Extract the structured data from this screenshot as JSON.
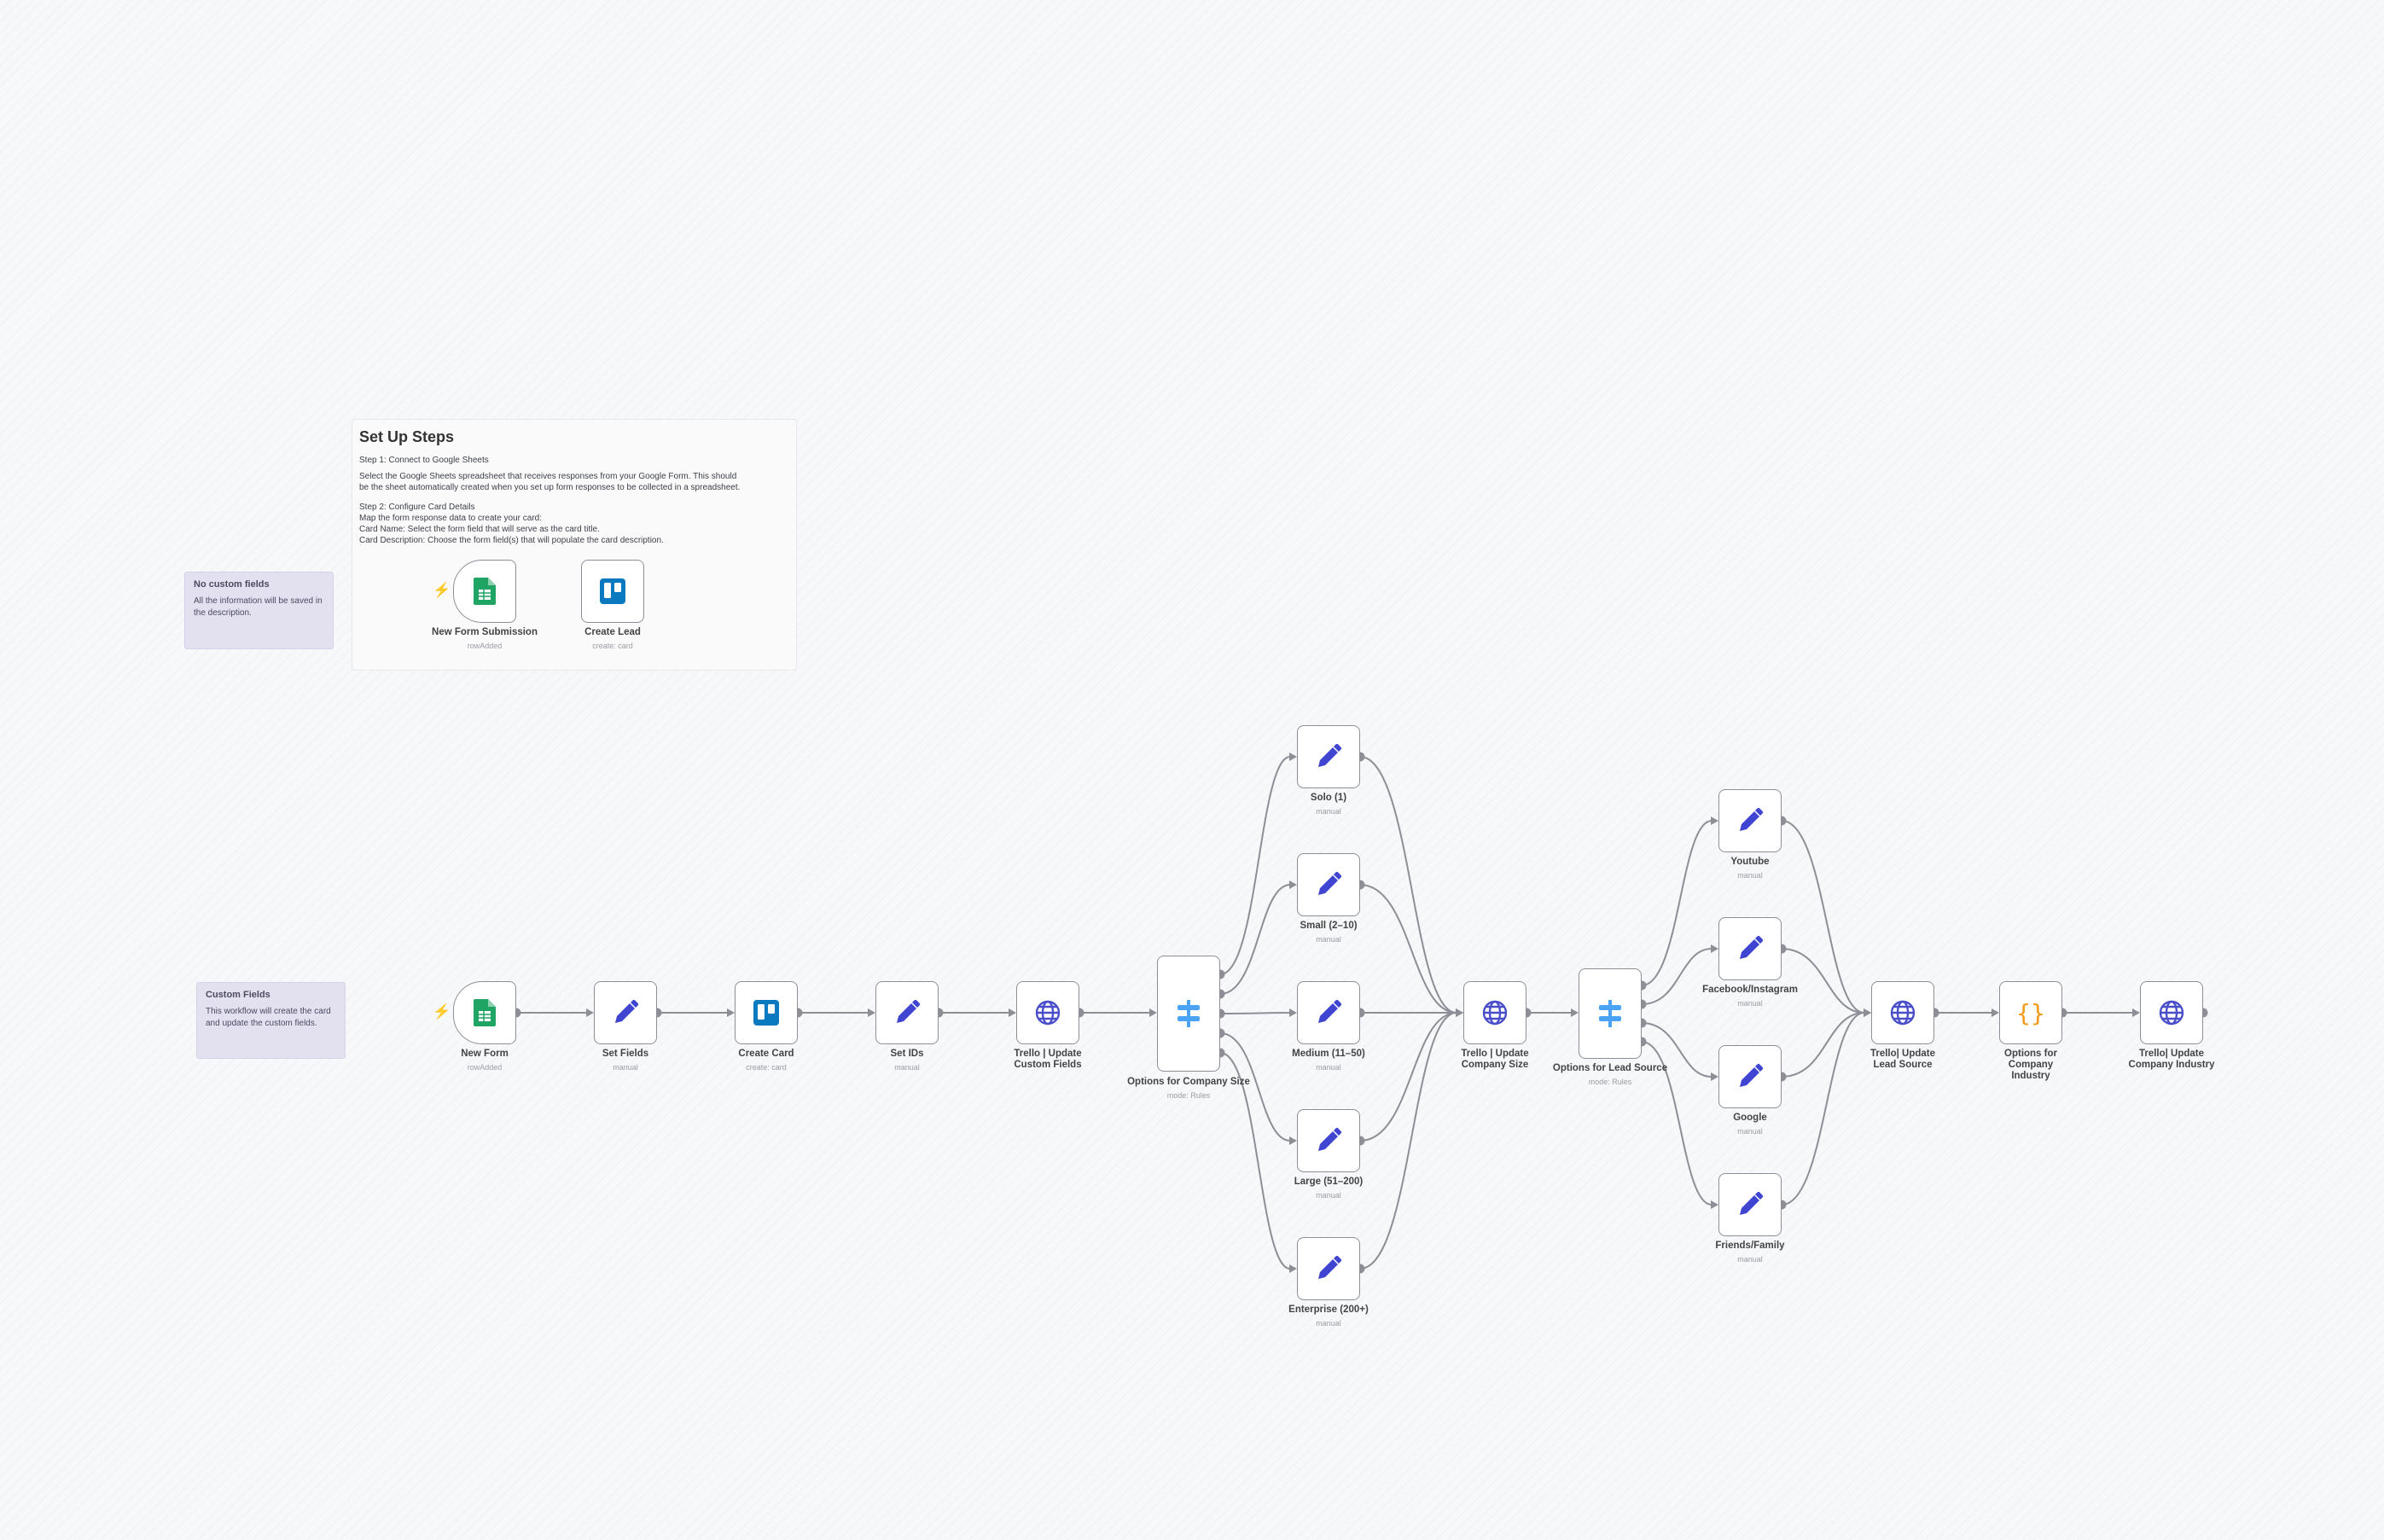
{
  "setup": {
    "title": "Set Up Steps",
    "lines": [
      "Step 1: Connect to Google Sheets",
      "Select the Google Sheets spreadsheet that receives responses from your Google Form. This should",
      "be the sheet automatically created when you set up form responses to be collected in a spreadsheet.",
      "",
      "Step 2: Configure Card Details",
      "Map the form response data to create your card:",
      "Card Name: Select the form field that will serve as the card title.",
      "Card Description: Choose the form field(s) that will populate the card description."
    ]
  },
  "notes": {
    "no_custom": {
      "title": "No custom fields",
      "desc": "All the information will be saved in the description."
    },
    "custom": {
      "title": "Custom Fields",
      "desc": "This workflow will create the card and update the custom fields."
    }
  },
  "nodes": {
    "new_form_submission": {
      "name": "New Form Submission",
      "sub": "rowAdded",
      "icon": "google-sheets-icon"
    },
    "create_lead": {
      "name": "Create Lead",
      "sub": "create: card",
      "icon": "trello-icon"
    },
    "new_form": {
      "name": "New Form",
      "sub": "rowAdded",
      "icon": "google-sheets-icon"
    },
    "set_fields": {
      "name": "Set Fields",
      "sub": "manual",
      "icon": "pencil-icon"
    },
    "create_card": {
      "name": "Create Card",
      "sub": "create: card",
      "icon": "trello-icon"
    },
    "set_ids": {
      "name": "Set IDs",
      "sub": "manual",
      "icon": "pencil-icon"
    },
    "trello_update_custom_fields": {
      "name": "Trello | Update Custom Fields",
      "sub": "",
      "icon": "globe-icon"
    },
    "options_company_size": {
      "name": "Options for Company Size",
      "sub": "mode: Rules",
      "icon": "switch-icon"
    },
    "solo": {
      "name": "Solo (1)",
      "sub": "manual",
      "icon": "pencil-icon"
    },
    "small": {
      "name": "Small (2–10)",
      "sub": "manual",
      "icon": "pencil-icon"
    },
    "medium": {
      "name": "Medium (11–50)",
      "sub": "manual",
      "icon": "pencil-icon"
    },
    "large": {
      "name": "Large (51–200)",
      "sub": "manual",
      "icon": "pencil-icon"
    },
    "enterprise": {
      "name": "Enterprise (200+)",
      "sub": "manual",
      "icon": "pencil-icon"
    },
    "trello_update_company_size": {
      "name": "Trello | Update Company Size",
      "sub": "",
      "icon": "globe-icon"
    },
    "options_lead_source": {
      "name": "Options for Lead Source",
      "sub": "mode: Rules",
      "icon": "switch-icon"
    },
    "youtube": {
      "name": "Youtube",
      "sub": "manual",
      "icon": "pencil-icon"
    },
    "facebook_instagram": {
      "name": "Facebook/Instagram",
      "sub": "manual",
      "icon": "pencil-icon"
    },
    "google": {
      "name": "Google",
      "sub": "manual",
      "icon": "pencil-icon"
    },
    "friends_family": {
      "name": "Friends/Family",
      "sub": "manual",
      "icon": "pencil-icon"
    },
    "trello_update_lead_source": {
      "name": "Trello| Update Lead Source",
      "sub": "",
      "icon": "globe-icon"
    },
    "options_company_industry": {
      "name": "Options for Company Industry",
      "sub": "",
      "icon": "code-braces-icon"
    },
    "trello_update_company_industry": {
      "name": "Trello| Update Company Industry",
      "sub": "",
      "icon": "globe-icon"
    }
  },
  "colors": {
    "sheets_green": "#1fa463",
    "trello_blue": "#0b79bf",
    "pencil_blue": "#3f45d0",
    "globe_indigo": "#4a4fc9",
    "switch_blue": "#4ba3f5",
    "code_orange": "#f39a1b",
    "trigger_red": "#ff4d4d"
  }
}
